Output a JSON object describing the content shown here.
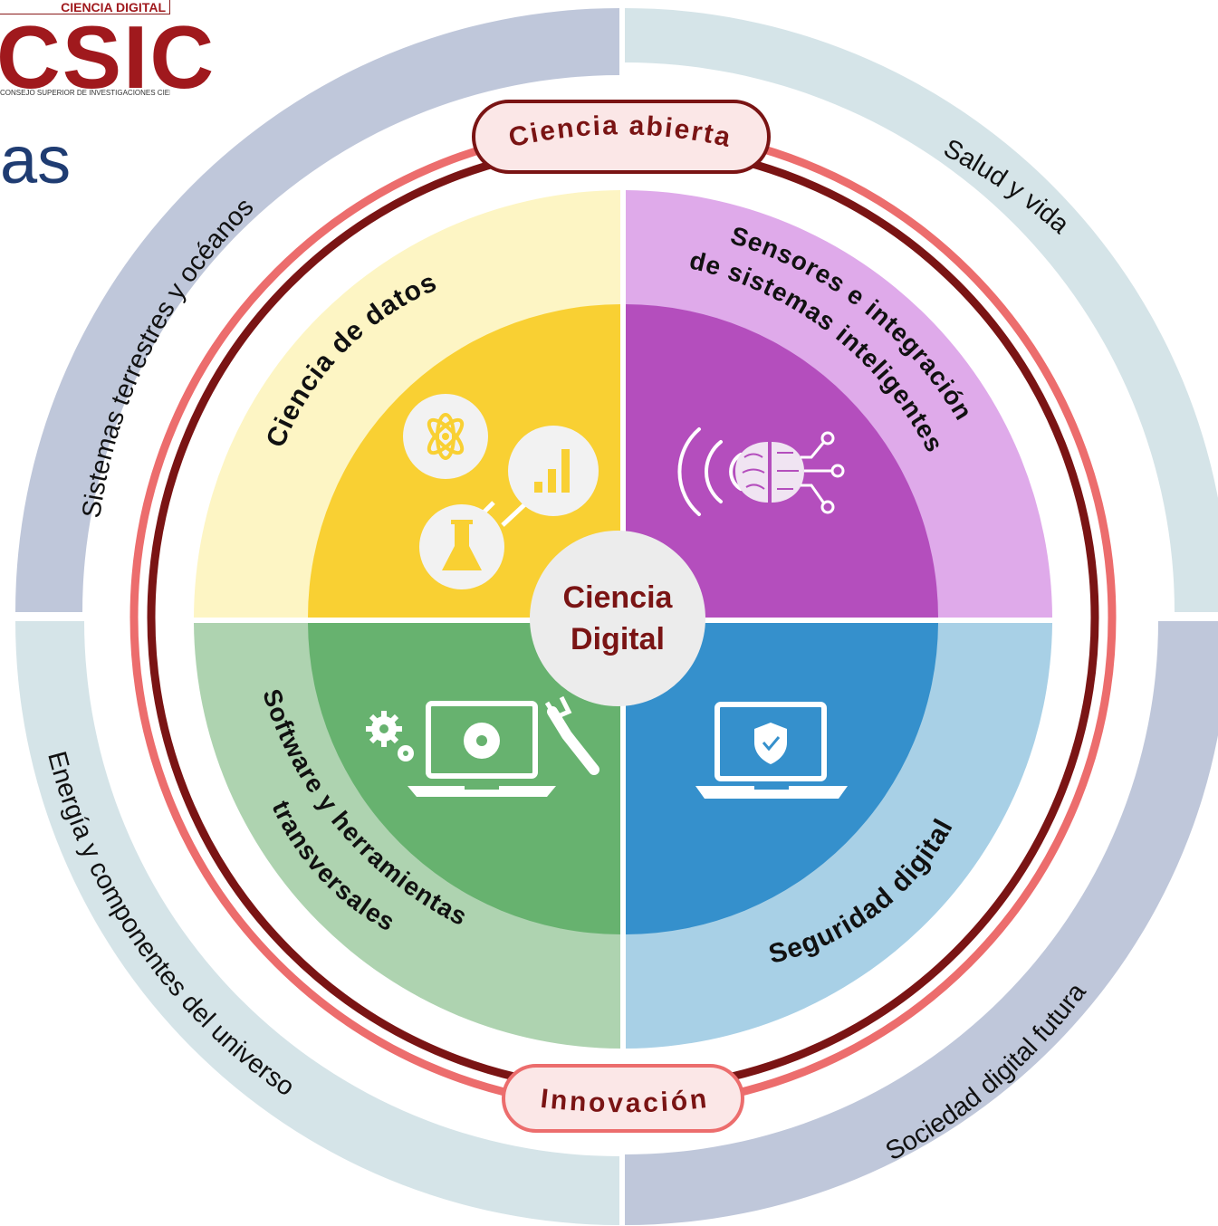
{
  "logo": {
    "top_text": "CIENCIA DIGITAL",
    "main_text": "CSIC",
    "sub_text": "CONSEJO SUPERIOR DE INVESTIGACIONES CIENTÍFICAS"
  },
  "slide": {
    "title_fragment": "as"
  },
  "outer_ring": {
    "top_left": "Sistemas terrestres y océanos",
    "top_right": "Salud y vida",
    "bottom_left": "Energía y componentes del universo",
    "bottom_right": "Sociedad digital futura"
  },
  "pills": {
    "top": "Ciencia abierta",
    "bottom": "Innovación"
  },
  "quadrants": {
    "top_left": "Ciencia de datos",
    "top_right_line1": "Sensores e integración",
    "top_right_line2": "de sistemas inteligentes",
    "bottom_left_line1": "Software y herramientas",
    "bottom_left_line2": "transversales",
    "bottom_right": "Seguridad digital"
  },
  "center": {
    "line1": "Ciencia",
    "line2": "Digital"
  },
  "colors": {
    "outer_blue": "#bfc7da",
    "outer_light": "#d5e4e8",
    "ring_pink": "#ec6d6d",
    "ring_dark": "#7a1414",
    "yellow_light": "#fdf5c4",
    "yellow": "#f9d033",
    "purple_light": "#dfaaea",
    "purple": "#b44ebd",
    "green_light": "#aed3b0",
    "green": "#67b26f",
    "blue_light": "#a8d0e6",
    "blue": "#3590cc",
    "center_fill": "#ececec",
    "label_text": "#111111",
    "pill_text": "#7a1414"
  },
  "icons": {
    "top_left": [
      "atom-icon",
      "bar-chart-icon",
      "flask-icon"
    ],
    "top_right": [
      "wireless-signal-icon",
      "brain-chip-icon"
    ],
    "bottom_left": [
      "gears-icon",
      "laptop-disc-icon",
      "wrench-icon"
    ],
    "bottom_right": [
      "laptop-shield-icon"
    ]
  }
}
